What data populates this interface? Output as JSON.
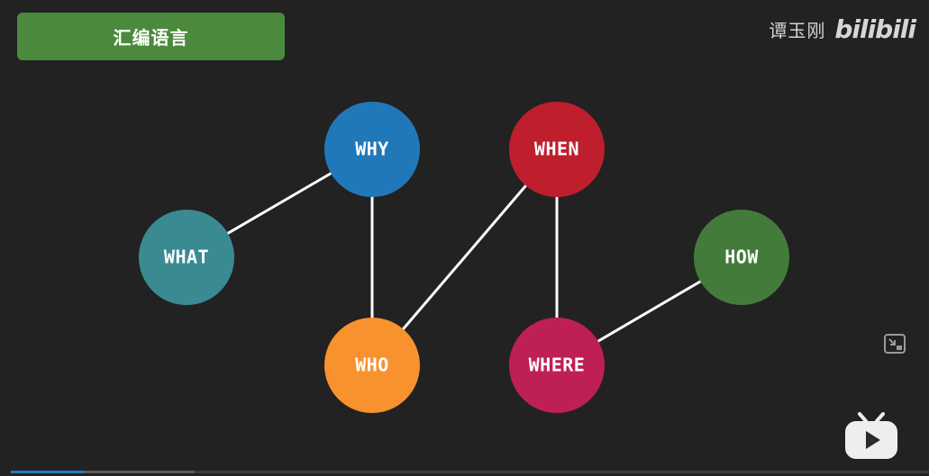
{
  "header": {
    "title": "汇编语言"
  },
  "watermark": {
    "author": "谭玉刚",
    "brand": "bilibili"
  },
  "diagram": {
    "nodes": [
      {
        "id": "why",
        "label": "WHY",
        "color": "#2178b8"
      },
      {
        "id": "when",
        "label": "WHEN",
        "color": "#bf1e2d"
      },
      {
        "id": "what",
        "label": "WHAT",
        "color": "#3a8a92"
      },
      {
        "id": "how",
        "label": "HOW",
        "color": "#437b3b"
      },
      {
        "id": "who",
        "label": "WHO",
        "color": "#f7922f"
      },
      {
        "id": "where",
        "label": "WHERE",
        "color": "#bf1f57"
      }
    ],
    "edges": [
      [
        "what",
        "why"
      ],
      [
        "why",
        "who"
      ],
      [
        "who",
        "when"
      ],
      [
        "when",
        "where"
      ],
      [
        "where",
        "how"
      ]
    ]
  },
  "player": {
    "played_fraction": 0.08,
    "buffered_fraction": 0.2
  },
  "colors": {
    "background": "#222222",
    "title_bg": "#4b8a3d",
    "connector": "#ffffff",
    "progress": "#1e7bbd"
  }
}
